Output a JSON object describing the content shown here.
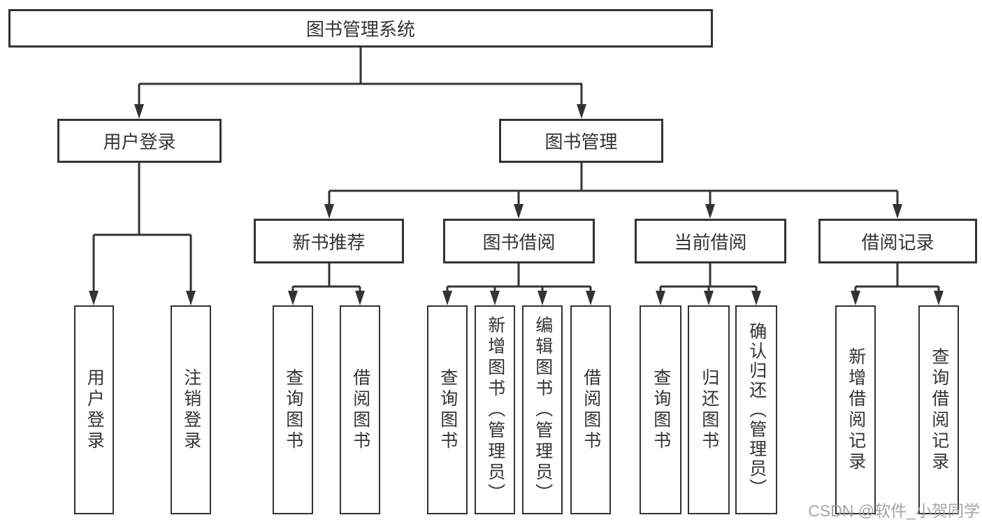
{
  "diagram": {
    "type": "hierarchy-tree",
    "nodes": {
      "root": "图书管理系统",
      "user_login": "用户登录",
      "book_mgmt": "图书管理",
      "leaf_user_login": "用户登录",
      "leaf_logout": "注销登录",
      "new_book_rec": "新书推荐",
      "book_borrow": "图书借阅",
      "current_borrow": "当前借阅",
      "borrow_records": "借阅记录",
      "rec_query_book": "查询图书",
      "rec_borrow_book": "借阅图书",
      "bb_query_book": "查询图书",
      "bb_add_book": "新增图书（管理员）",
      "bb_edit_book": "编辑图书（管理员）",
      "bb_borrow_book": "借阅图书",
      "cb_query_book": "查询图书",
      "cb_return_book": "归还图书",
      "cb_confirm_return": "确认归还（管理员）",
      "br_add_record": "新增借阅记录",
      "br_query_record": "查询借阅记录"
    },
    "structure": {
      "图书管理系统": {
        "用户登录": [
          "用户登录",
          "注销登录"
        ],
        "图书管理": {
          "新书推荐": [
            "查询图书",
            "借阅图书"
          ],
          "图书借阅": [
            "查询图书",
            "新增图书（管理员）",
            "编辑图书（管理员）",
            "借阅图书"
          ],
          "当前借阅": [
            "查询图书",
            "归还图书",
            "确认归还（管理员）"
          ],
          "借阅记录": [
            "新增借阅记录",
            "查询借阅记录"
          ]
        }
      }
    },
    "line_color": "#333333",
    "box_fill": "#ffffff",
    "text_color": "#333333"
  },
  "watermark": "CSDN @软件_小贺同学"
}
